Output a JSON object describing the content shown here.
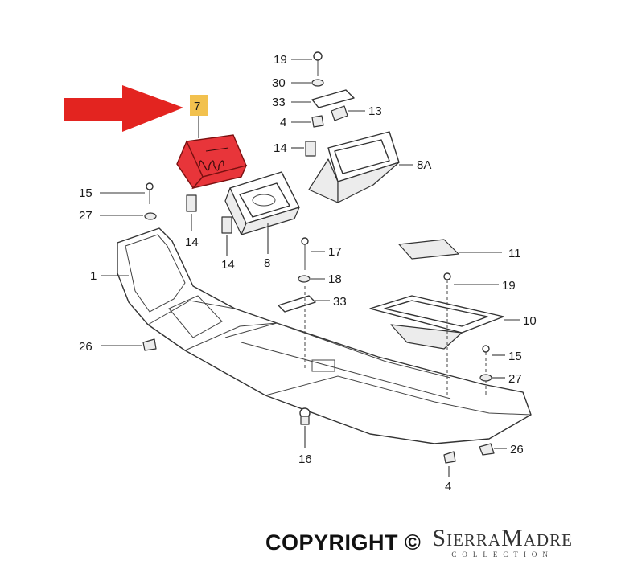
{
  "diagram": {
    "highlight": {
      "arrow_color": "#e32420",
      "part_color": "#e8353a",
      "tag_color": "#f2c14e",
      "tag_label": "7"
    },
    "callouts": {
      "c19_top": "19",
      "c30": "30",
      "c33_top": "33",
      "c13": "13",
      "c4_top": "4",
      "c14_right": "14",
      "c8A": "8A",
      "c15_left": "15",
      "c27_left": "27",
      "c14_a": "14",
      "c14_b": "14",
      "c8": "8",
      "c17": "17",
      "c18": "18",
      "c33_mid": "33",
      "c11": "11",
      "c19_right": "19",
      "c10": "10",
      "c1": "1",
      "c26_left": "26",
      "c15_right": "15",
      "c27_right": "27",
      "c16": "16",
      "c26_right": "26",
      "c4_bottom": "4"
    }
  },
  "footer": {
    "copyright": "COPYRIGHT ©",
    "brand": "SierraMadre",
    "brand_sub": "COLLECTION"
  }
}
